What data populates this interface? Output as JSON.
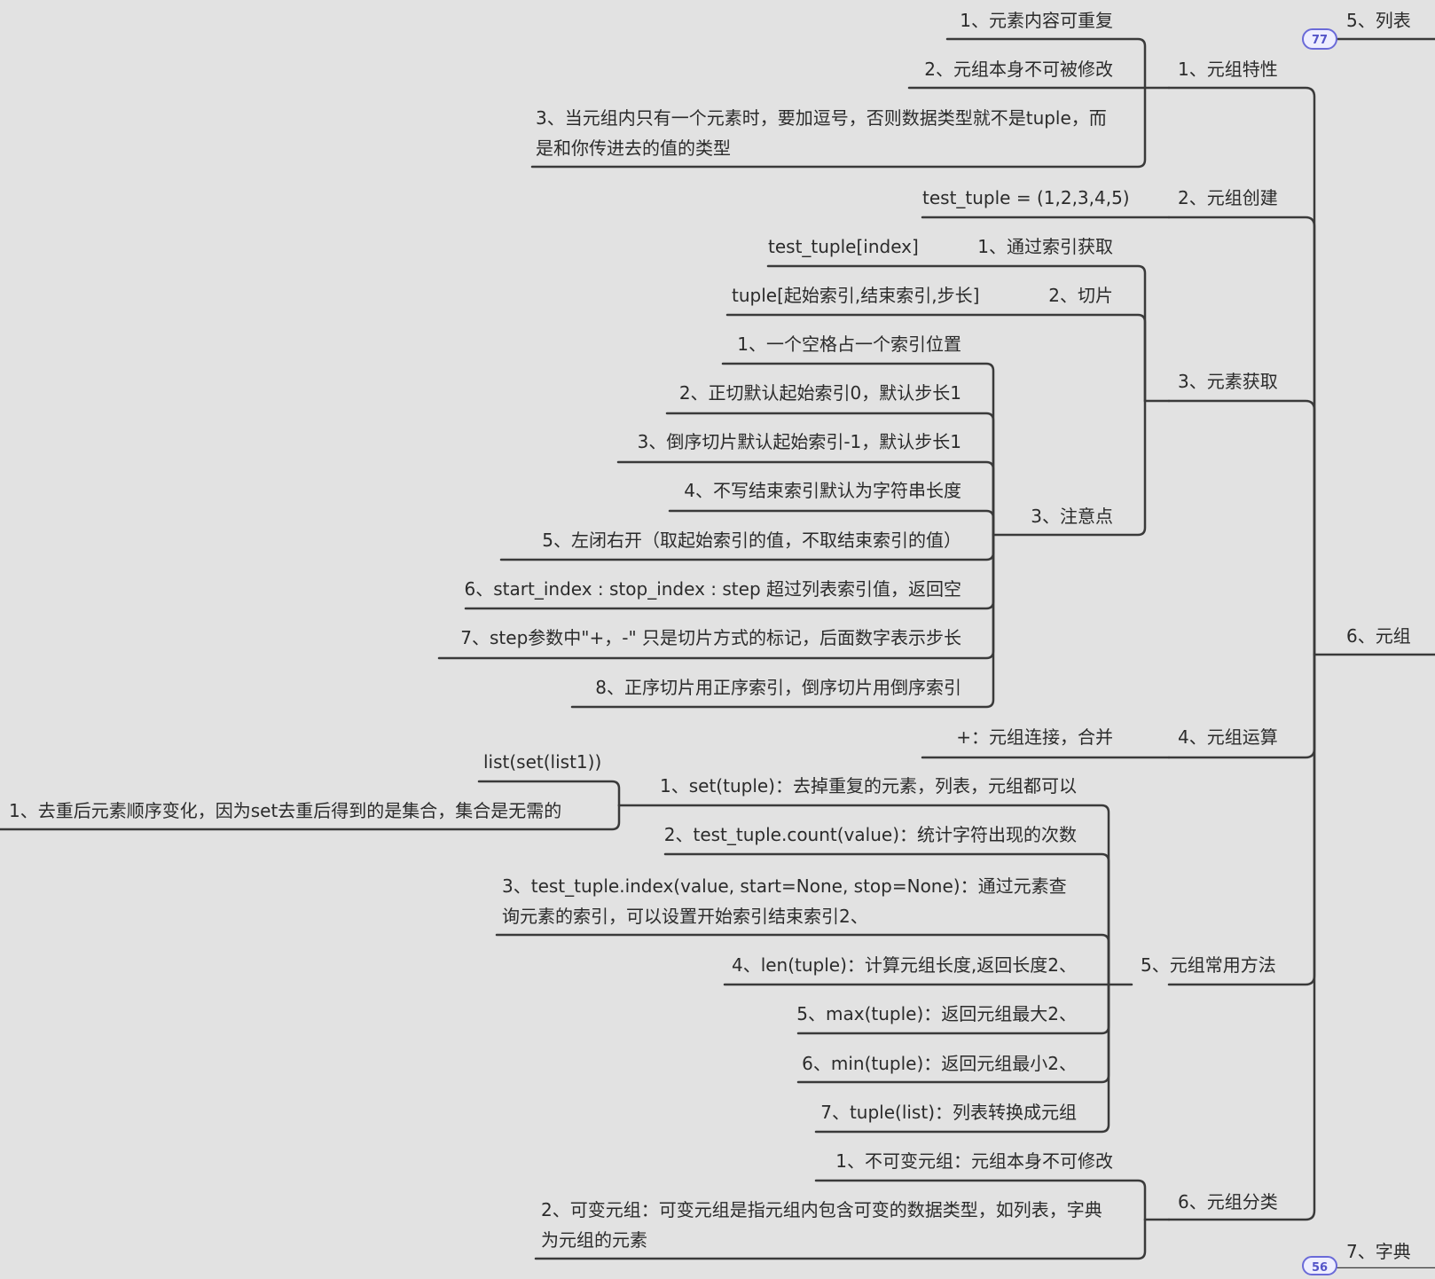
{
  "root": {
    "list": "5、列表",
    "list_count": "77",
    "tuple": "6、元组",
    "dict": "7、字典",
    "dict_count": "56"
  },
  "features": {
    "title": "1、元组特性",
    "items": [
      "1、元素内容可重复",
      "2、元组本身不可被修改",
      "3、当元组内只有一个元素时，要加逗号，否则数据类型就不是tuple，而是和你传进去的值的类型"
    ]
  },
  "create": {
    "title": "2、元组创建",
    "example": "test_tuple = (1,2,3,4,5)"
  },
  "access": {
    "title": "3、元素获取",
    "by_index": {
      "label": "1、通过索引获取",
      "code": "test_tuple[index]"
    },
    "slice": {
      "label": "2、切片",
      "code": "tuple[起始索引,结束索引,步长]"
    },
    "notes": {
      "label": "3、注意点",
      "items": [
        "1、一个空格占一个索引位置",
        "2、正切默认起始索引0，默认步长1",
        "3、倒序切片默认起始索引-1，默认步长1",
        "4、不写结束索引默认为字符串长度",
        "5、左闭右开（取起始索引的值，不取结束索引的值）",
        "6、start_index : stop_index : step 超过列表索引值，返回空",
        "7、step参数中\"+，-\" 只是切片方式的标记，后面数字表示步长",
        "8、正序切片用正序索引，倒序切片用倒序索引"
      ]
    }
  },
  "ops": {
    "title": "4、元组运算",
    "item": "+：元组连接，合并"
  },
  "methods": {
    "title": "5、元组常用方法",
    "items": [
      "1、set(tuple)：去掉重复的元素，列表，元组都可以",
      "2、test_tuple.count(value)：统计字符出现的次数",
      "3、test_tuple.index(value, start=None, stop=None)：通过元素查询元素的索引，可以设置开始索引结束索引2、",
      "4、len(tuple)：计算元组长度,返回长度2、",
      "5、max(tuple)：返回元组最大2、",
      "6、min(tuple)：返回元组最小2、",
      "7、tuple(list)：列表转换成元组"
    ],
    "set_children": {
      "code": "list(set(list1))",
      "note": "1、去重后元素顺序变化，因为set去重后得到的是集合，集合是无需的"
    }
  },
  "kinds": {
    "title": "6、元组分类",
    "items": [
      "1、不可变元组：元组本身不可修改",
      "2、可变元组：可变元组是指元组内包含可变的数据类型，如列表，字典为元组的元素"
    ]
  }
}
